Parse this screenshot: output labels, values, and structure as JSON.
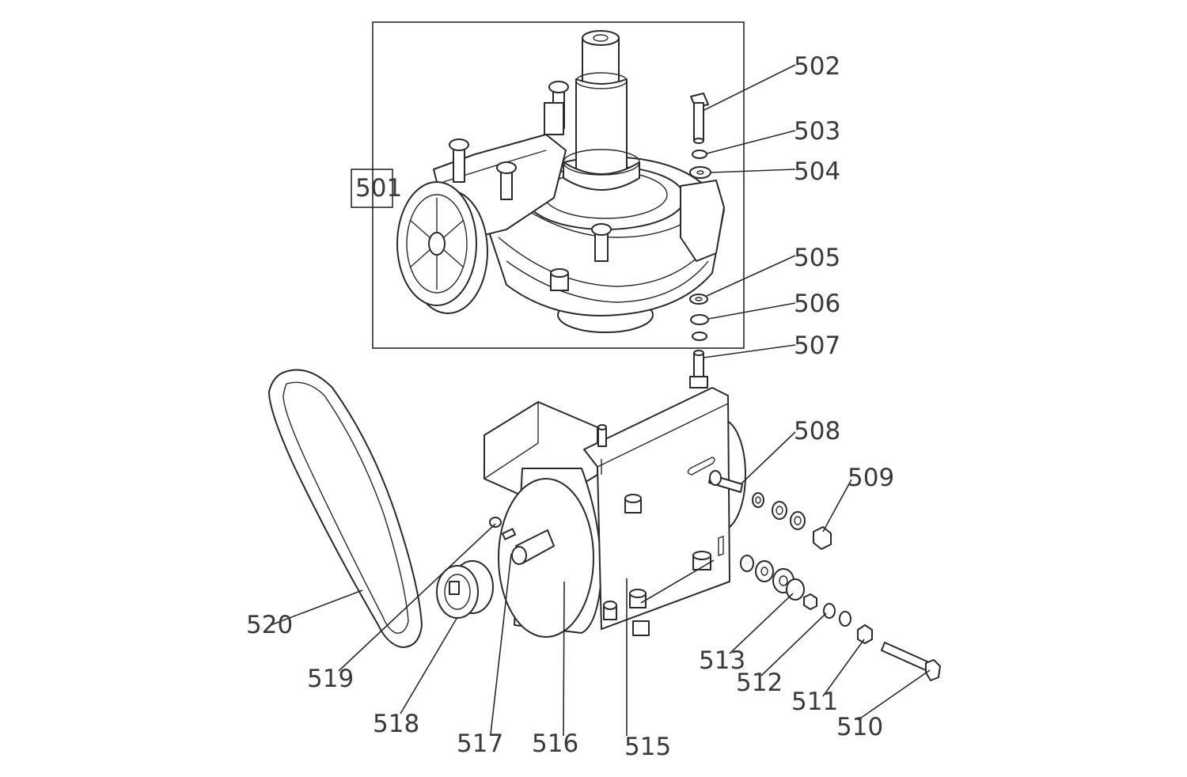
{
  "callouts": {
    "c501": "501",
    "c502": "502",
    "c503": "503",
    "c504": "504",
    "c505": "505",
    "c506": "506",
    "c507": "507",
    "c508": "508",
    "c509": "509",
    "c510": "510",
    "c511": "511",
    "c512": "512",
    "c513": "513",
    "c515": "515",
    "c516": "516",
    "c517": "517",
    "c518": "518",
    "c519": "519",
    "c520": "520"
  }
}
